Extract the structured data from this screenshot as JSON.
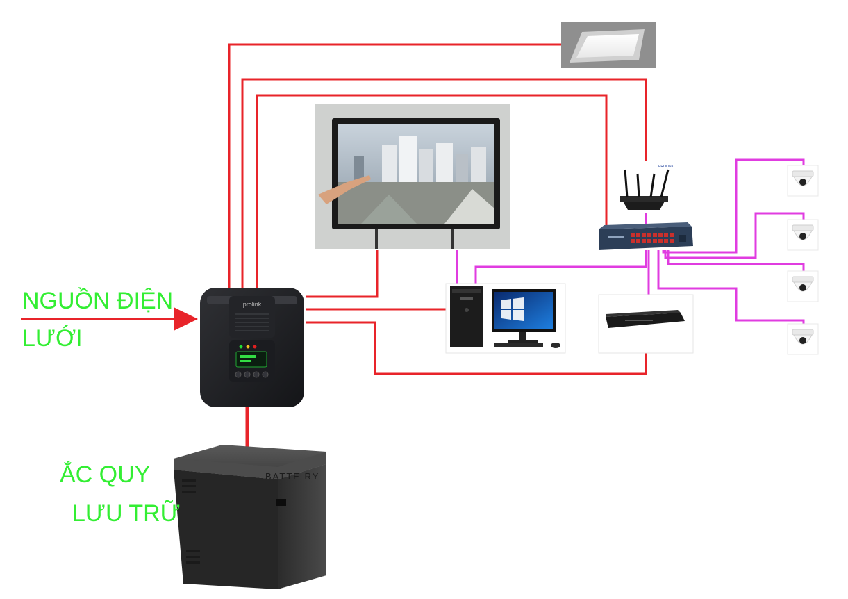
{
  "labels": {
    "grid_line1": "NGUỒN ĐIỆN",
    "grid_line2": "LƯỚI",
    "battery_line1": "ẮC QUY",
    "battery_line2": "LƯU TRỮ"
  },
  "devices": {
    "inverter_brand": "prolink",
    "battery_text": "BATTE RY",
    "router_brand": "PROLINK"
  },
  "colors": {
    "power_wire": "#e8242a",
    "network_wire": "#e03ce0",
    "label_text": "#33ee33"
  }
}
